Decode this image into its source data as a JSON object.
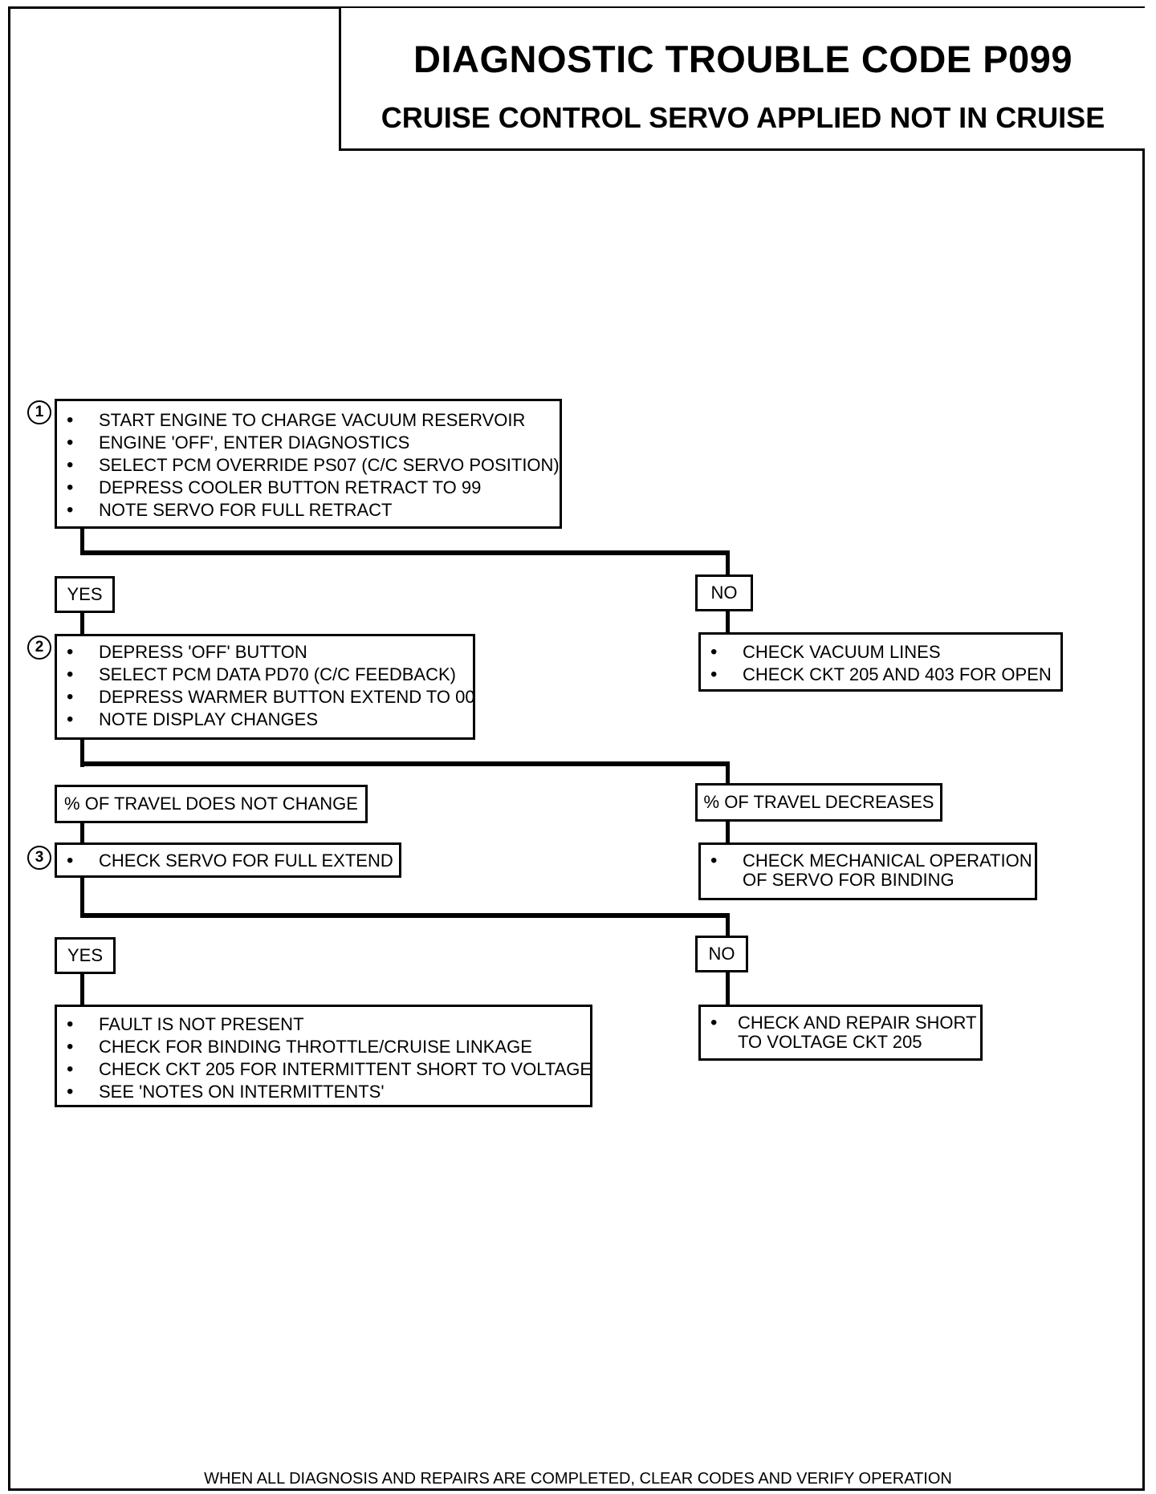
{
  "title": "DIAGNOSTIC TROUBLE CODE P099",
  "subtitle": "CRUISE CONTROL SERVO APPLIED NOT IN CRUISE",
  "steps": {
    "step1": {
      "number": "1",
      "items": [
        "START ENGINE TO CHARGE VACUUM RESERVOIR",
        "ENGINE 'OFF', ENTER DIAGNOSTICS",
        "SELECT PCM  OVERRIDE PS07 (C/C SERVO POSITION)",
        "DEPRESS COOLER BUTTON RETRACT TO 99",
        "NOTE SERVO FOR FULL RETRACT"
      ]
    },
    "step2": {
      "number": "2",
      "items": [
        "DEPRESS 'OFF' BUTTON",
        "SELECT PCM DATA PD70 (C/C FEEDBACK)",
        "DEPRESS WARMER BUTTON EXTEND TO 00",
        "NOTE DISPLAY CHANGES"
      ]
    },
    "step3": {
      "number": "3",
      "items": [
        "CHECK SERVO FOR FULL EXTEND"
      ]
    }
  },
  "branches": {
    "yes1": "YES",
    "no1": "NO",
    "travel_no_change": "% OF TRAVEL DOES NOT CHANGE",
    "travel_decreases": "% OF TRAVEL DECREASES",
    "yes2": "YES",
    "no2": "NO"
  },
  "results": {
    "no1": [
      "CHECK VACUUM LINES",
      "CHECK CKT 205 AND 403 FOR OPEN"
    ],
    "decreases": [
      "CHECK MECHANICAL OPERATION",
      "OF SERVO FOR BINDING"
    ],
    "yes2": [
      "FAULT IS NOT PRESENT",
      "CHECK FOR BINDING THROTTLE/CRUISE LINKAGE",
      "CHECK CKT 205 FOR INTERMITTENT SHORT TO VOLTAGE",
      "SEE 'NOTES ON INTERMITTENTS'"
    ],
    "no2": [
      "CHECK AND REPAIR SHORT",
      "TO VOLTAGE CKT 205"
    ]
  },
  "footer": "WHEN ALL DIAGNOSIS AND REPAIRS ARE COMPLETED, CLEAR CODES AND VERIFY OPERATION"
}
